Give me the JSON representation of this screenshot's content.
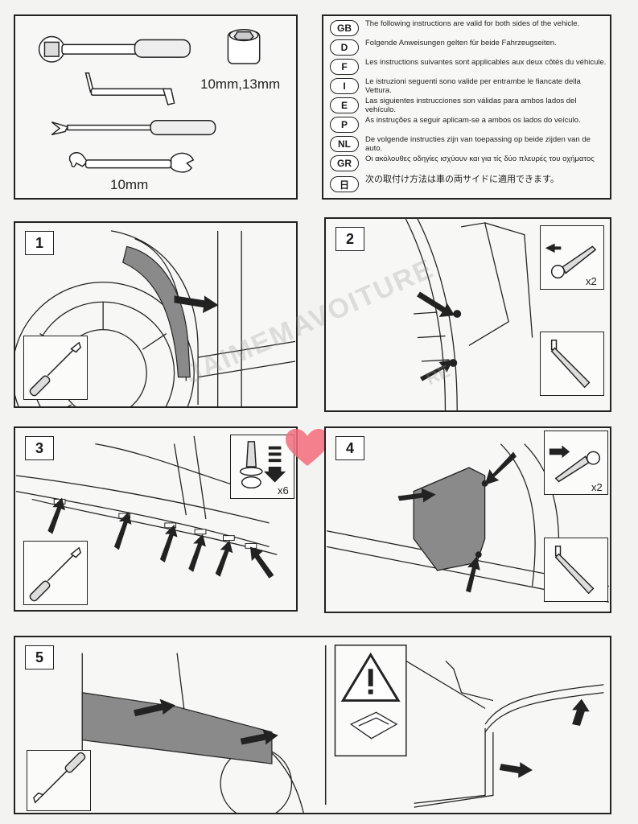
{
  "tools_panel": {
    "sizes_label": "10mm,13mm",
    "wrench_label": "10mm"
  },
  "languages": [
    {
      "code": "GB",
      "text": "The following instructions are valid for both sides of the vehicle."
    },
    {
      "code": "D",
      "text": "Folgende Anweisungen gelten für beide Fahrzeugseiten."
    },
    {
      "code": "F",
      "text": "Les instructions suivantes sont applicables aux deux côtés du véhicule."
    },
    {
      "code": "I",
      "text": "Le istruzioni seguenti sono valide per entrambe le fiancate della Vettura."
    },
    {
      "code": "E",
      "text": "Las siguientes instrucciones son válidas para ambos lados del vehículo."
    },
    {
      "code": "P",
      "text": "As instruções a seguir aplicam-se a ambos os lados do veículo."
    },
    {
      "code": "NL",
      "text": "De volgende instructies zijn van toepassing op beide zijden van de auto."
    },
    {
      "code": "GR",
      "text": "Οι ακόλουθες οδηγίες ισχύουν και για τίς δύο πλευρές του οχήματος"
    },
    {
      "code": "日",
      "text": "次の取付け方法は車の両サイドに適用できます。"
    }
  ],
  "steps": [
    {
      "number": "1",
      "tool_icon": "trim-tool-icon"
    },
    {
      "number": "2",
      "tool_icon": "screwdriver-icon",
      "screw_qty": "x2"
    },
    {
      "number": "3",
      "tool_icon": "trim-tool-icon",
      "clip_qty": "x6"
    },
    {
      "number": "4",
      "tool_icon": "screwdriver-icon",
      "screw_qty": "x2"
    },
    {
      "number": "5",
      "tool_icon": "trim-tool-icon"
    }
  ],
  "watermark": "JAIMEMAVOITURE",
  "colors": {
    "line": "#222222",
    "shading": "#8a8a8a",
    "heart": "#f26b7a"
  }
}
